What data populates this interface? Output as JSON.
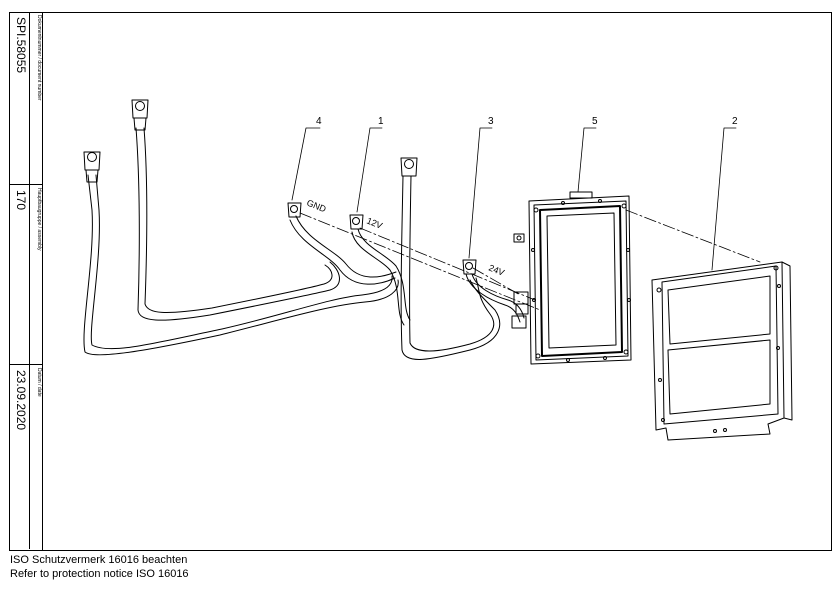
{
  "title_block": {
    "document_number_label": "Dokumentnummer / document number",
    "document_number": "SPI.58055",
    "assembly_label": "Hauptbaugruppe / assembly",
    "assembly": "170",
    "date_label": "Datum / date",
    "date": "23.09.2020"
  },
  "callouts": [
    "4",
    "1",
    "3",
    "5",
    "2"
  ],
  "voltage_labels": [
    "GND",
    "12V",
    "24V"
  ],
  "notice": {
    "line1": "ISO Schutzvermerk 16016 beachten",
    "line2": "Refer to protection notice ISO 16016"
  }
}
